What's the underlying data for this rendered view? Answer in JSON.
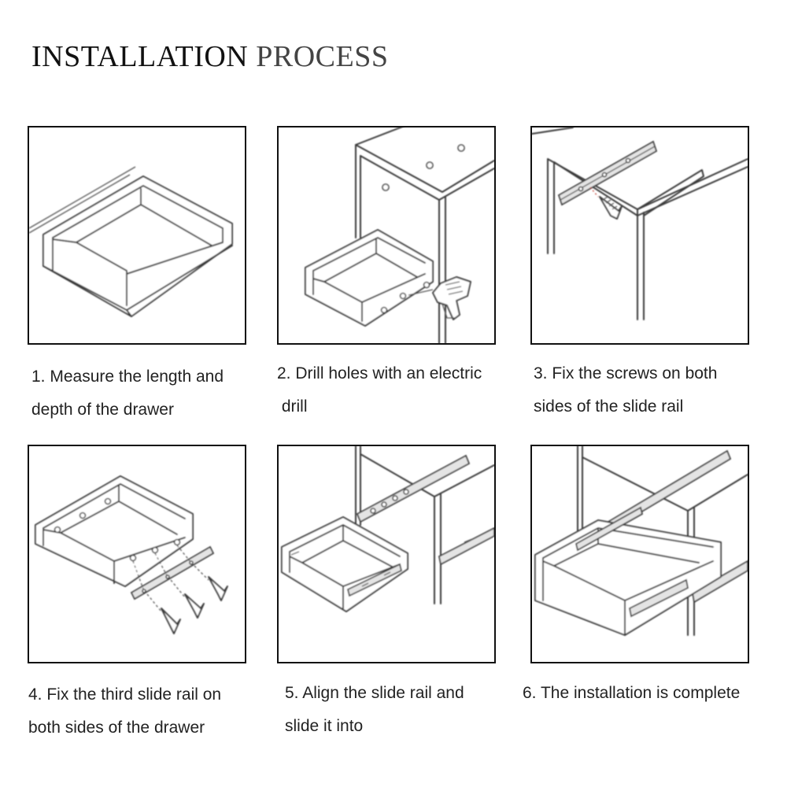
{
  "title": {
    "part1": "INSTALLATION ",
    "part2": "PROCESS"
  },
  "steps": [
    {
      "line1": "1. Measure the length and",
      "line2": "depth of the drawer"
    },
    {
      "line1": "2. Drill holes with an electric",
      "line2": " drill"
    },
    {
      "line1": "3. Fix the screws on both",
      "line2": "sides of the slide rail"
    },
    {
      "line1": "4. Fix the third slide rail on",
      "line2": "both sides of the drawer"
    },
    {
      "line1": "5. Align the slide rail and",
      "line2": "slide it into"
    },
    {
      "line1": "6. The installation is complete",
      "line2": ""
    }
  ]
}
